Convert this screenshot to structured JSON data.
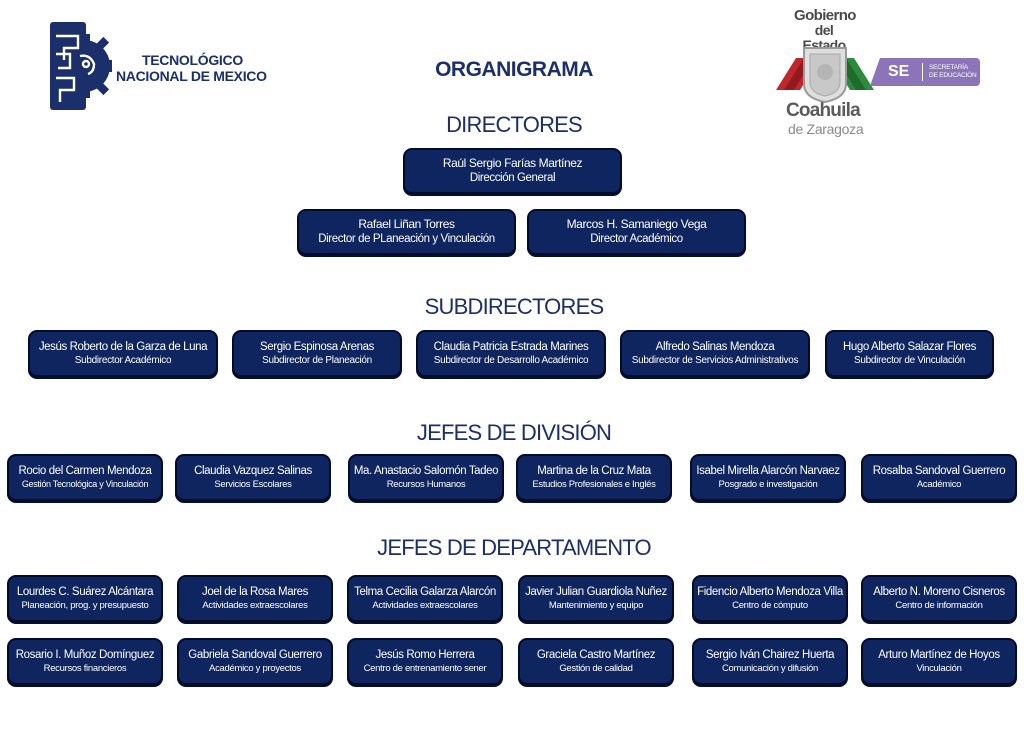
{
  "header": {
    "tecnm_line1": "TECNOLÓGICO",
    "tecnm_line2": "NACIONAL DE MEXICO",
    "title": "ORGANIGRAMA",
    "gob_line1": "Gobierno",
    "gob_line2": "del Estado",
    "coahuila": "Coahuila",
    "zaragoza": "de Zaragoza",
    "se": "SE",
    "secretaria_line1": "SECRETARÍA",
    "secretaria_line2": "DE EDUCACIÓN"
  },
  "sections": {
    "directores": "DIRECTORES",
    "subdirectores": "SUBDIRECTORES",
    "jefes_division": "JEFES DE DIVISIÓN",
    "jefes_departamento": "JEFES DE DEPARTAMENTO"
  },
  "directores": [
    {
      "name": "Raúl Sergio Farías Martínez",
      "role": "Dirección General"
    },
    {
      "name": "Rafael Liñan Torres",
      "role": "Director de PLaneación y Vinculación"
    },
    {
      "name": "Marcos H. Samaniego Vega",
      "role": "Director Académico"
    }
  ],
  "subdirectores": [
    {
      "name": "Jesús Roberto de la Garza de Luna",
      "role": "Subdirector Académico"
    },
    {
      "name": "Sergio Espinosa Arenas",
      "role": "Subdirector de Planeación"
    },
    {
      "name": "Claudia Patricia Estrada Marines",
      "role": "Subdirector de Desarrollo Académico"
    },
    {
      "name": "Alfredo Salinas Mendoza",
      "role": "Subdirector de Servicios Administrativos"
    },
    {
      "name": "Hugo Alberto Salazar Flores",
      "role": "Subdirector de Vinculación"
    }
  ],
  "jefes_division": [
    {
      "name": "Rocio del Carmen Mendoza",
      "role": "Gestión Tecnológica y Vinculación"
    },
    {
      "name": "Claudia Vazquez Salinas",
      "role": "Servicios Escolares"
    },
    {
      "name": "Ma. Anastacio Salomón Tadeo",
      "role": "Recursos Humanos"
    },
    {
      "name": "Martina de la Cruz Mata",
      "role": "Estudios Profesionales e Inglés"
    },
    {
      "name": "Isabel Mirella Alarcón Narvaez",
      "role": "Posgrado e investigación"
    },
    {
      "name": "Rosalba Sandoval Guerrero",
      "role": "Académico"
    }
  ],
  "jefes_departamento": [
    {
      "name": "Lourdes C. Suárez Alcántara",
      "role": "Planeación, prog. y presupuesto"
    },
    {
      "name": "Joel de la Rosa Mares",
      "role": "Actividades extraescolares"
    },
    {
      "name": "Telma Cecilia Galarza Alarcón",
      "role": "Actividades extraescolares"
    },
    {
      "name": "Javier Julian Guardiola Nuñez",
      "role": "Mantenimiento y equipo"
    },
    {
      "name": "Fidencio Alberto Mendoza Villa",
      "role": "Centro de cómputo"
    },
    {
      "name": "Alberto N. Moreno Cisneros",
      "role": "Centro de información"
    },
    {
      "name": "Rosario I. Muñoz Domínguez",
      "role": "Recursos financieros"
    },
    {
      "name": "Gabriela Sandoval Guerrero",
      "role": "Académico y proyectos"
    },
    {
      "name": "Jesús Romo Herrera",
      "role": "Centro de entrenamiento sener"
    },
    {
      "name": "Graciela Castro Martínez",
      "role": "Gestión de calidad"
    },
    {
      "name": "Sergio Iván Chairez Huerta",
      "role": "Comunicación y difusión"
    },
    {
      "name": "Arturo Martínez de Hoyos",
      "role": "Vinculación"
    }
  ],
  "colors": {
    "box_fill": "#0f2560",
    "heading": "#1b2f6b",
    "se_purple": "#8b74b8",
    "coahuila_red": "#c0272d",
    "coahuila_green": "#2e8b3e"
  }
}
